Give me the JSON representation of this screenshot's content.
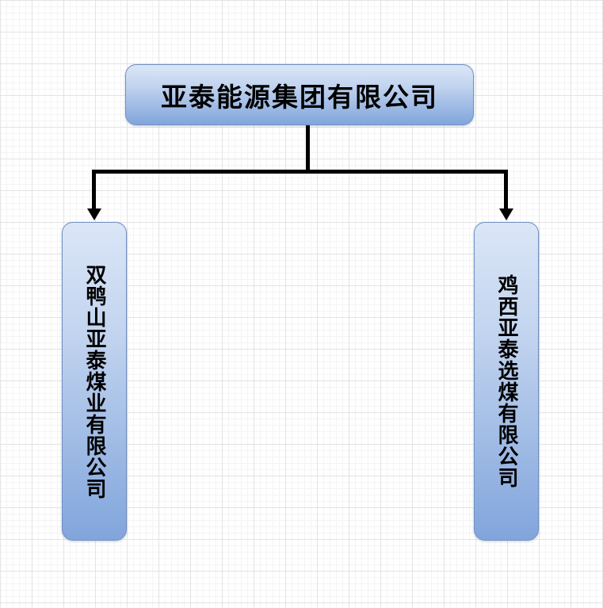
{
  "diagram": {
    "type": "org-chart",
    "root": {
      "label": "亚泰能源集团有限公司"
    },
    "children": [
      {
        "label": "双鸭山亚泰煤业有限公司",
        "text_orientation": "vertical"
      },
      {
        "label": "鸡西亚泰选煤有限公司",
        "text_orientation": "vertical"
      }
    ],
    "connectors": {
      "style": "elbow",
      "color": "#000000",
      "arrowheads": "filled-triangle-down"
    },
    "colors": {
      "node_gradient_top": "#dbe6f7",
      "node_gradient_bottom": "#81a5dc",
      "node_border": "#7090c2",
      "node_text": "#000000",
      "background": "#ffffff",
      "grid_minor": "#f5f4f4",
      "grid_major": "#e4e3e3"
    }
  }
}
